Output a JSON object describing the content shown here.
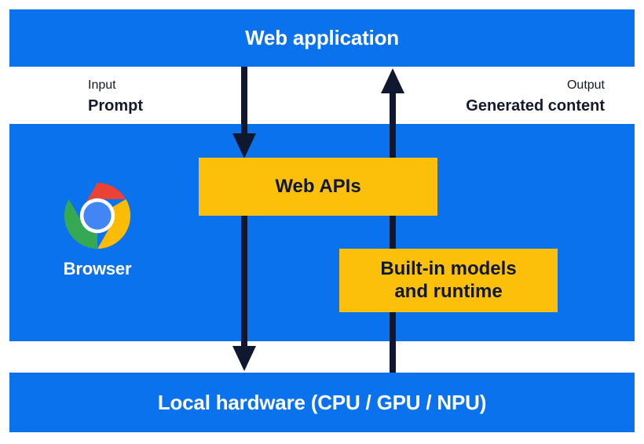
{
  "diagram": {
    "title": "Web application",
    "layers": [
      {
        "id": "web-application",
        "label": "Web application"
      },
      {
        "id": "browser",
        "label": "Browser"
      },
      {
        "id": "local-hardware",
        "label": "Local hardware (CPU / GPU / NPU)"
      }
    ],
    "io": {
      "input": {
        "kind": "Input",
        "value": "Prompt"
      },
      "output": {
        "kind": "Output",
        "value": "Generated content"
      }
    },
    "components": [
      {
        "id": "web-apis",
        "label": "Web APIs"
      },
      {
        "id": "builtin-models",
        "label": "Built-in models and runtime",
        "line1": "Built-in models",
        "line2": "and runtime"
      }
    ],
    "flows": [
      {
        "id": "prompt-down-to-apis",
        "direction": "down",
        "from": "Web application",
        "to": "Web APIs"
      },
      {
        "id": "apis-down-to-hardware",
        "direction": "down",
        "from": "Web APIs",
        "to": "Local hardware (CPU / GPU / NPU)"
      },
      {
        "id": "hardware-up-to-webapp",
        "direction": "up",
        "from": "Local hardware (CPU / GPU / NPU)",
        "to": "Web application"
      }
    ],
    "icons": {
      "chrome": "chrome-logo-icon"
    },
    "colors": {
      "layer_blue": "#0b72ee",
      "component_yellow": "#fcc00a",
      "arrow_navy": "#10182f",
      "text_on_blue": "#ffffff",
      "text_dark": "#131a2e",
      "chrome_red": "#ea4335",
      "chrome_yellow": "#fbbc05",
      "chrome_green": "#34a853",
      "chrome_blue": "#4285f4",
      "background": "#ffffff"
    }
  }
}
